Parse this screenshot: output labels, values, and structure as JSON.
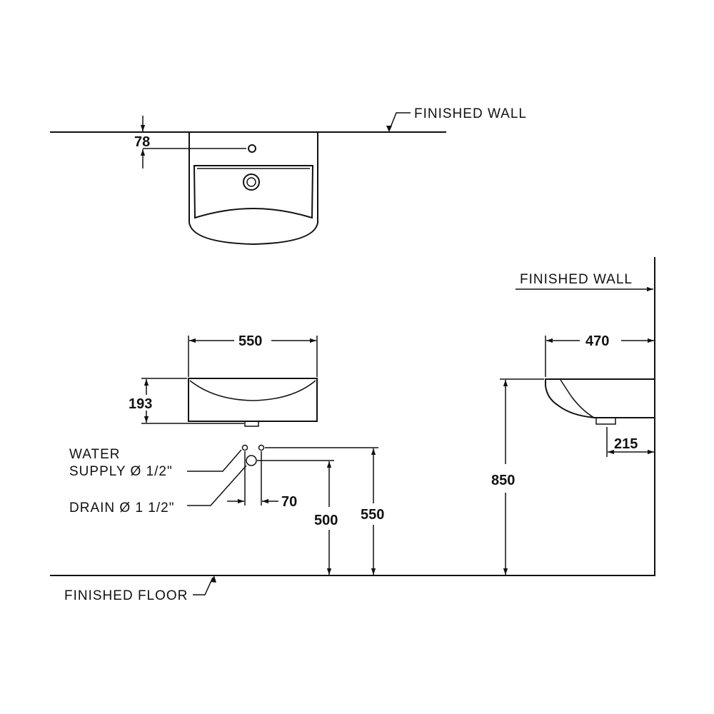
{
  "top_view": {
    "wall_label": "FINISHED  WALL",
    "tap_offset": "78"
  },
  "front_view": {
    "width": "550",
    "height": "193",
    "water_supply_line1": "WATER",
    "water_supply_line2": "SUPPLY Ø 1/2\"",
    "drain": "DRAIN Ø 1 1/2\"",
    "spacing": "70",
    "drain_height": "500",
    "supply_height": "550",
    "floor_label": "FINISHED  FLOOR"
  },
  "side_view": {
    "wall_label": "FINISHED  WALL",
    "depth": "470",
    "rim_height": "850",
    "drain_offset": "215"
  }
}
